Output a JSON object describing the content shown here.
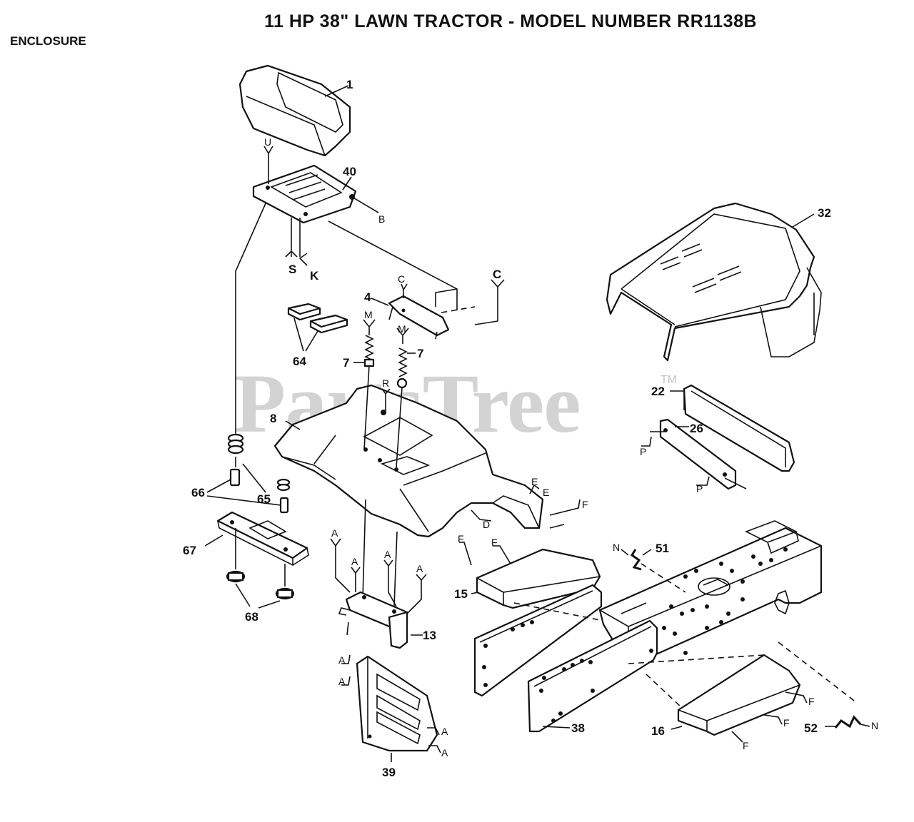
{
  "title": "11 HP 38\" LAWN TRACTOR - MODEL NUMBER RR1138B",
  "section": "ENCLOSURE",
  "watermark": "PartsTree",
  "watermark_tm": "TM",
  "part_numbers": {
    "p1": "1",
    "p4": "4",
    "p7a": "7",
    "p7b": "7",
    "p8": "8",
    "p13": "13",
    "p15": "15",
    "p16": "16",
    "p22": "22",
    "p26": "26",
    "p32": "32",
    "p38": "38",
    "p39": "39",
    "p40": "40",
    "p51": "51",
    "p52": "52",
    "p64": "64",
    "p65": "65",
    "p66": "66",
    "p67": "67",
    "p68": "68"
  },
  "ref_letters": {
    "U": "U",
    "B": "B",
    "S": "S",
    "K": "K",
    "C": "C",
    "M": "M",
    "R": "R",
    "D": "D",
    "E": "E",
    "F": "F",
    "A": "A",
    "N": "N",
    "P": "P"
  }
}
